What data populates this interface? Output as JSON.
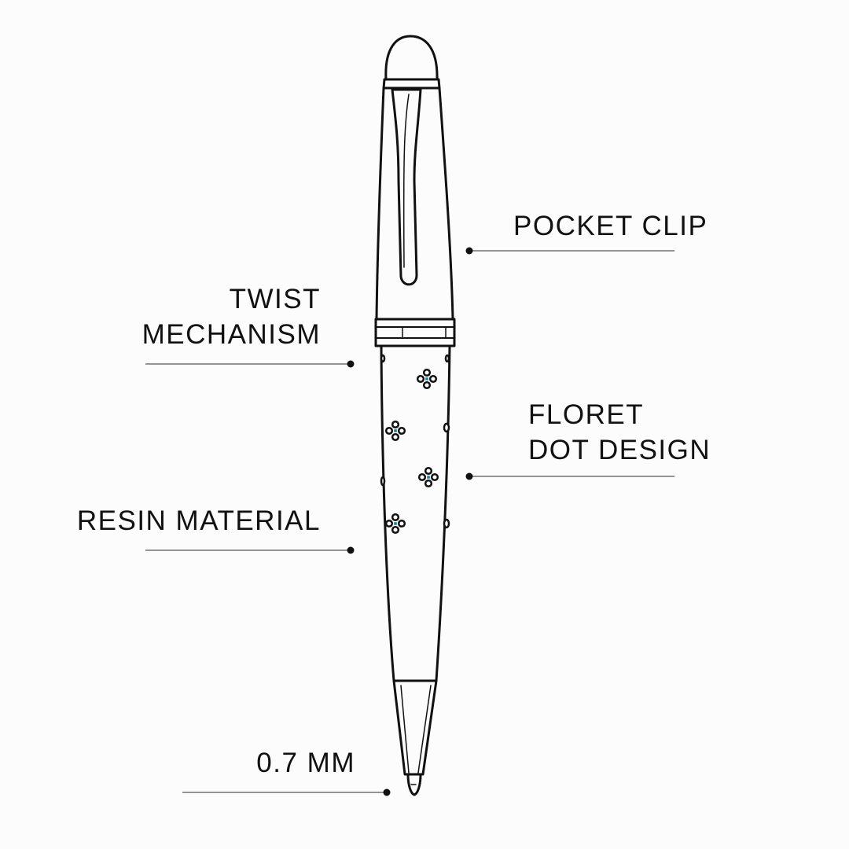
{
  "labels": {
    "pocket_clip": "POCKET CLIP",
    "twist_line1": "TWIST",
    "twist_line2": "MECHANISM",
    "floret_line1": "FLORET",
    "floret_line2": "DOT DESIGN",
    "resin": "RESIN MATERIAL",
    "tip_size": "0.7 MM"
  },
  "colors": {
    "ink": "#111111",
    "leader": "#555555",
    "floret_center": "#1f7fa0",
    "background": "#fcfcfc"
  }
}
